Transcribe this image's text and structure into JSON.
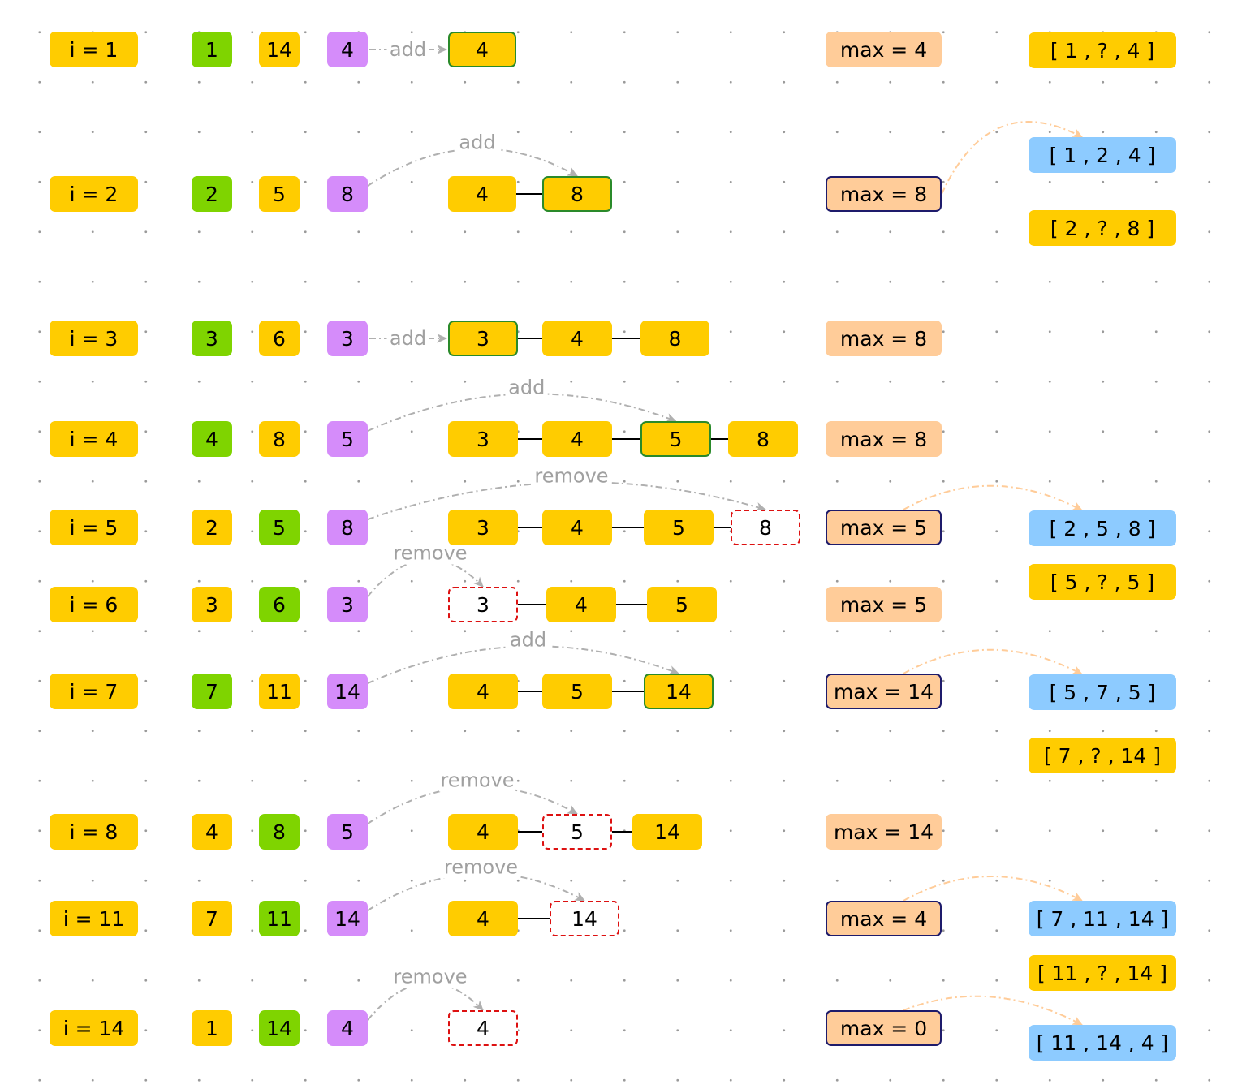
{
  "rows": [
    {
      "label": "i = 1",
      "values": [
        "1",
        "14",
        "4"
      ],
      "swap": false,
      "action": "add",
      "list": [
        {
          "v": "4",
          "state": "added"
        }
      ],
      "max": "max = 4",
      "max_update": false,
      "results": [
        {
          "text": "[ 1 , ?   , 4 ]",
          "kind": "pending"
        }
      ]
    },
    {
      "label": "i = 2",
      "values": [
        "2",
        "5",
        "8"
      ],
      "swap": false,
      "action": "add",
      "list": [
        {
          "v": "4",
          "state": "normal"
        },
        {
          "v": "8",
          "state": "added"
        }
      ],
      "max": "max = 8",
      "max_update": true,
      "results": [
        {
          "text": "[ 1 , 2 , 4 ]",
          "kind": "final"
        },
        {
          "text": "[ 2 , ? , 8 ]",
          "kind": "pending"
        }
      ]
    },
    {
      "label": "i = 3",
      "values": [
        "3",
        "6",
        "3"
      ],
      "swap": false,
      "action": "add",
      "list": [
        {
          "v": "3",
          "state": "added"
        },
        {
          "v": "4",
          "state": "normal"
        },
        {
          "v": "8",
          "state": "normal"
        }
      ],
      "max": "max = 8",
      "max_update": false,
      "results": []
    },
    {
      "label": "i = 4",
      "values": [
        "4",
        "8",
        "5"
      ],
      "swap": false,
      "action": "add",
      "list": [
        {
          "v": "3",
          "state": "normal"
        },
        {
          "v": "4",
          "state": "normal"
        },
        {
          "v": "5",
          "state": "added"
        },
        {
          "v": "8",
          "state": "normal"
        }
      ],
      "max": "max = 8",
      "max_update": false,
      "results": []
    },
    {
      "label": "i = 5",
      "values": [
        "2",
        "5",
        "8"
      ],
      "swap": true,
      "action": "remove",
      "list": [
        {
          "v": "3",
          "state": "normal"
        },
        {
          "v": "4",
          "state": "normal"
        },
        {
          "v": "5",
          "state": "normal"
        },
        {
          "v": "8",
          "state": "removed"
        }
      ],
      "max": "max = 5",
      "max_update": true,
      "results": [
        {
          "text": "[ 2 , 5 , 8 ]",
          "kind": "final"
        },
        {
          "text": "[ 5 , ? , 5 ]",
          "kind": "pending"
        }
      ]
    },
    {
      "label": "i = 6",
      "values": [
        "3",
        "6",
        "3"
      ],
      "swap": true,
      "action": "remove",
      "list": [
        {
          "v": "3",
          "state": "removed"
        },
        {
          "v": "4",
          "state": "normal"
        },
        {
          "v": "5",
          "state": "normal"
        }
      ],
      "max": "max = 5",
      "max_update": false,
      "results": []
    },
    {
      "label": "i = 7",
      "values": [
        "7",
        "11",
        "14"
      ],
      "swap": false,
      "action": "add",
      "list": [
        {
          "v": "4",
          "state": "normal"
        },
        {
          "v": "5",
          "state": "normal"
        },
        {
          "v": "14",
          "state": "added"
        }
      ],
      "max": "max = 14",
      "max_update": true,
      "results": [
        {
          "text": "[ 5 , 7 , 5 ]",
          "kind": "final"
        },
        {
          "text": "[ 7 , ? , 14 ]",
          "kind": "pending"
        }
      ]
    },
    {
      "label": "i = 8",
      "values": [
        "4",
        "8",
        "5"
      ],
      "swap": true,
      "action": "remove",
      "list": [
        {
          "v": "4",
          "state": "normal"
        },
        {
          "v": "5",
          "state": "removed"
        },
        {
          "v": "14",
          "state": "normal"
        }
      ],
      "max": "max = 14",
      "max_update": false,
      "results": []
    },
    {
      "label": "i = 11",
      "values": [
        "7",
        "11",
        "14"
      ],
      "swap": true,
      "action": "remove",
      "list": [
        {
          "v": "4",
          "state": "normal"
        },
        {
          "v": "14",
          "state": "removed"
        }
      ],
      "max": "max = 4",
      "max_update": true,
      "results": [
        {
          "text": "[ 7 , 11 , 14 ]",
          "kind": "final"
        },
        {
          "text": "[ 11 , ? , 14 ]",
          "kind": "pending"
        }
      ]
    },
    {
      "label": "i = 14",
      "values": [
        "1",
        "14",
        "4"
      ],
      "swap": true,
      "action": "remove",
      "list": [
        {
          "v": "4",
          "state": "removed"
        }
      ],
      "max": "max = 0",
      "max_update": true,
      "results": [
        {
          "text": "[ 11 , 14 , 4 ]",
          "kind": "final"
        }
      ]
    }
  ],
  "colors": {
    "label_bg": "#ffcc00",
    "start_bg": "#7fd400",
    "height_bg": "#d58cfa",
    "node_bg": "#ffcc00",
    "added_border": "#2a8a2a",
    "removed_border": "#dd1111",
    "max_bg": "#ffcc99",
    "max_border": "#1e1b6b",
    "final_bg": "#8dcbff",
    "pending_bg": "#ffcc00",
    "action_arrow": "#b0b0b0",
    "result_arrow": "#ffcc99"
  }
}
